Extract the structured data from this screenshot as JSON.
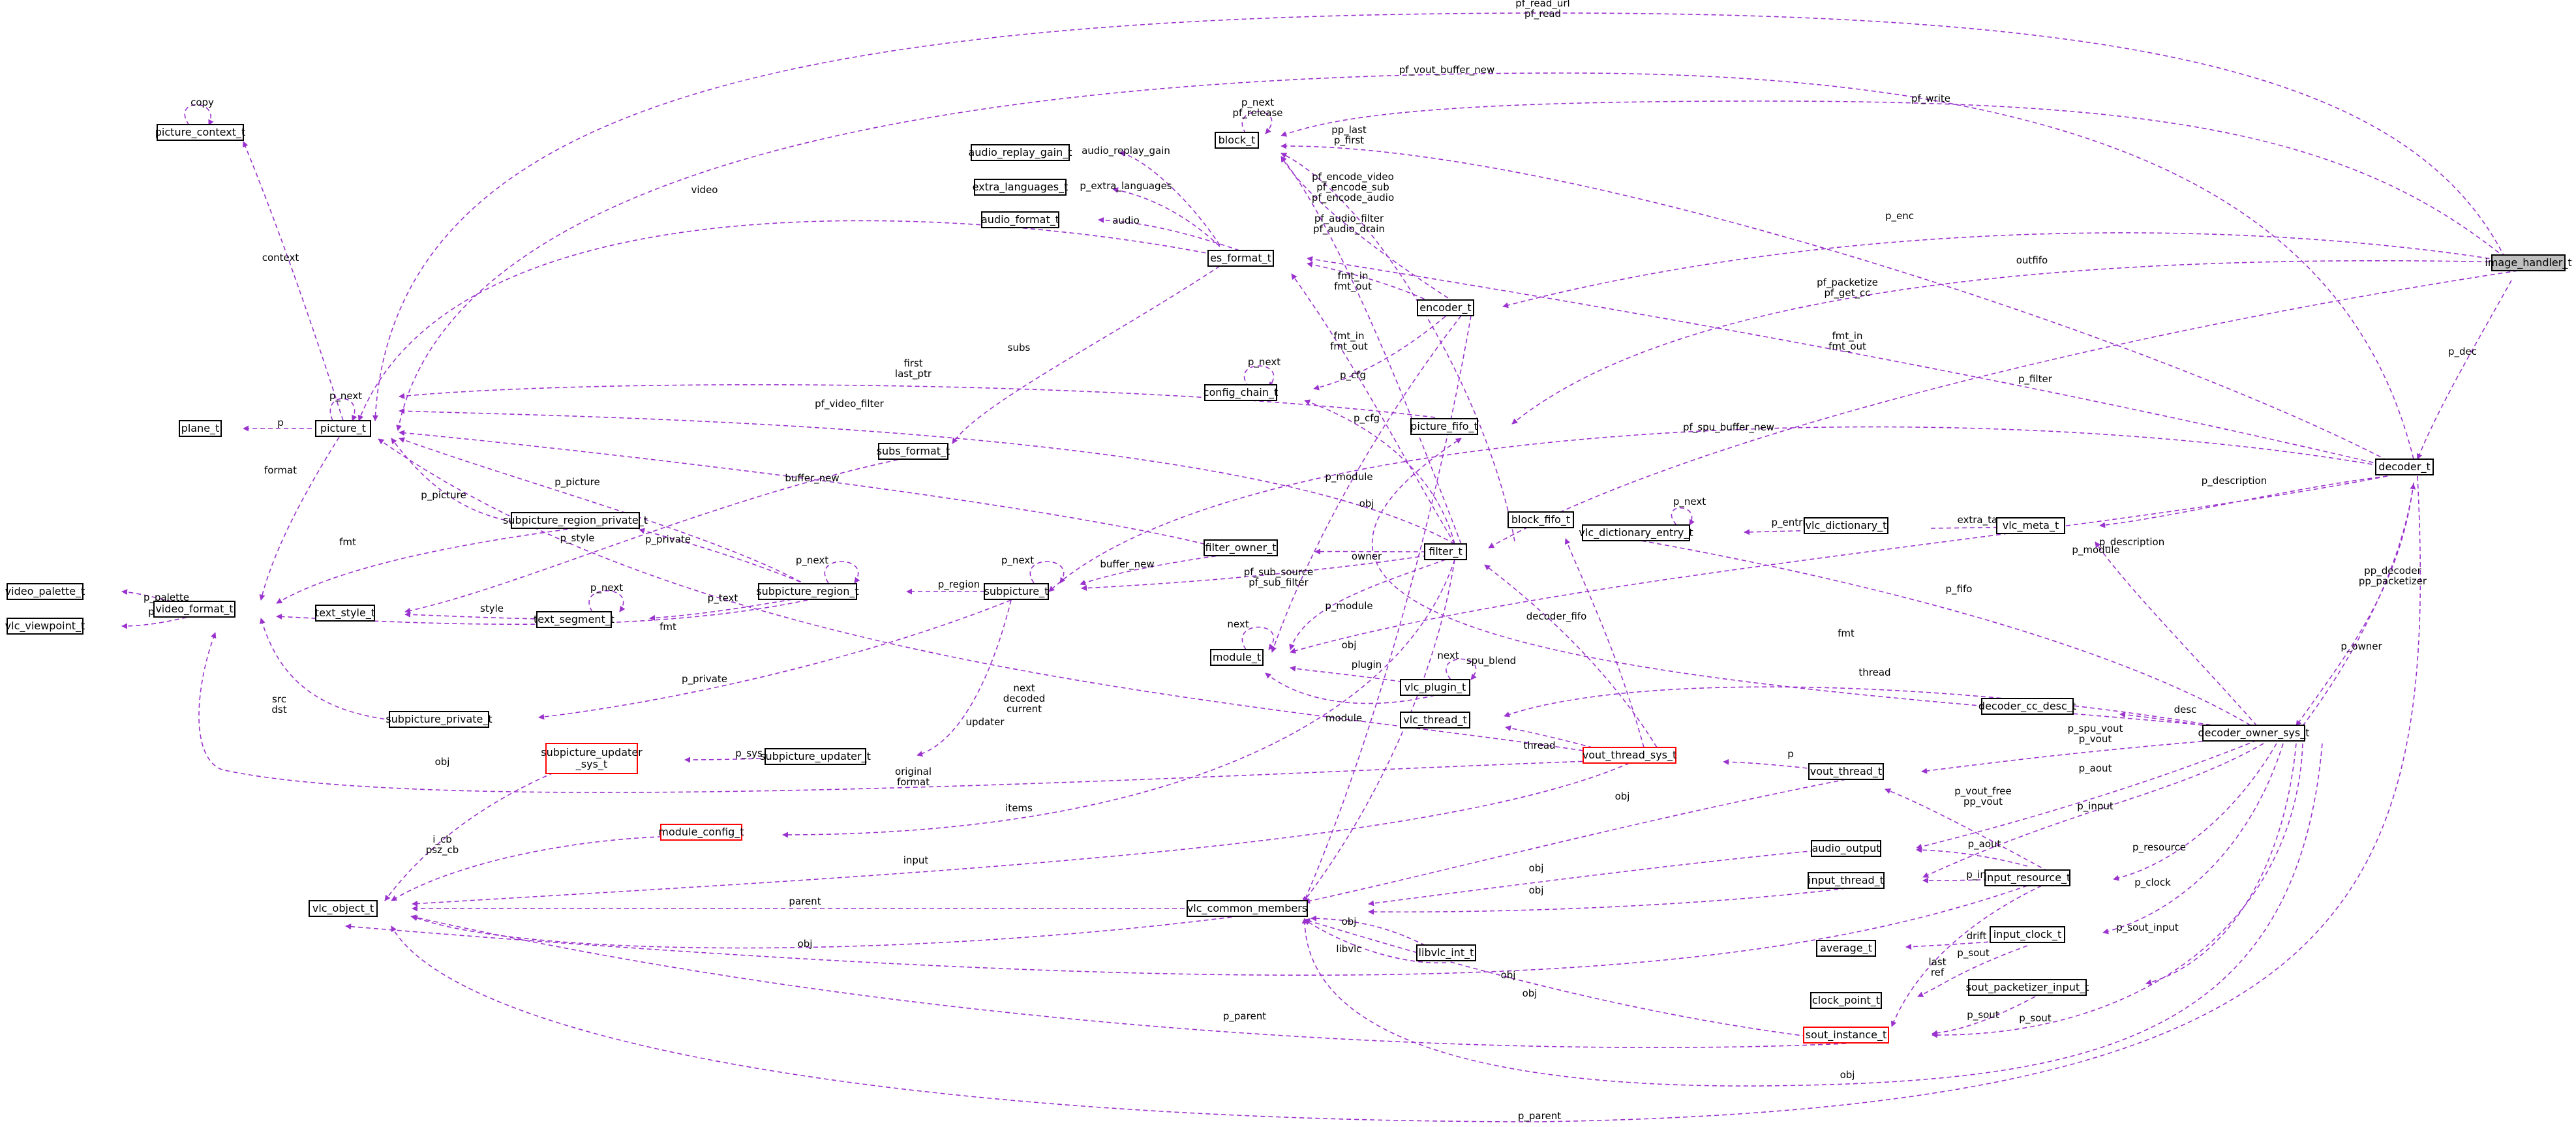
{
  "colors": {
    "edge": "#9a32cd",
    "box_border": "#000000",
    "box_border_incomplete": "#ff0000",
    "focus_fill": "#bfbfbf"
  },
  "nodes": {
    "image_handler_t": "image_handler_t",
    "decoder_t": "decoder_t",
    "decoder_owner_sys_t": "decoder_owner_sys_t",
    "picture_t": "picture_t",
    "picture_context_t": "picture_context_t",
    "plane_t": "plane_t",
    "video_format_t": "video_format_t",
    "video_palette_t": "video_palette_t",
    "vlc_viewpoint_t": "vlc_viewpoint_t",
    "text_style_t": "text_style_t",
    "text_segment_t": "text_segment_t",
    "subpicture_region_private_t": "subpicture_region_private_t",
    "subpicture_region_t": "subpicture_region_t",
    "subpicture_private_t": "subpicture_private_t",
    "subpicture_updater_sys_t": "subpicture_updater\n_sys_t",
    "subpicture_updater_t": "subpicture_updater_t",
    "subpicture_t": "subpicture_t",
    "subs_format_t": "subs_format_t",
    "module_config_t": "module_config_t",
    "vlc_object_t": "vlc_object_t",
    "vlc_common_members": "vlc_common_members",
    "libvlc_int_t": "libvlc_int_t",
    "audio_replay_gain_t": "audio_replay_gain_t",
    "extra_languages_t": "extra_languages_t",
    "audio_format_t": "audio_format_t",
    "es_format_t": "es_format_t",
    "block_t": "block_t",
    "encoder_t": "encoder_t",
    "config_chain_t": "config_chain_t",
    "picture_fifo_t": "picture_fifo_t",
    "filter_owner_t": "filter_owner_t",
    "filter_t": "filter_t",
    "module_t": "module_t",
    "vlc_plugin_t": "vlc_plugin_t",
    "vlc_thread_t": "vlc_thread_t",
    "vout_thread_sys_t": "vout_thread_sys_t",
    "block_fifo_t": "block_fifo_t",
    "vlc_dictionary_entry_t": "vlc_dictionary_entry_t",
    "vlc_dictionary_t": "vlc_dictionary_t",
    "vlc_meta_t": "vlc_meta_t",
    "decoder_cc_desc_t": "decoder_cc_desc_t",
    "vout_thread_t": "vout_thread_t",
    "audio_output": "audio_output",
    "input_thread_t": "input_thread_t",
    "input_resource_t": "input_resource_t",
    "average_t": "average_t",
    "input_clock_t": "input_clock_t",
    "clock_point_t": "clock_point_t",
    "sout_packetizer_input_t": "sout_packetizer_input_t",
    "sout_instance_t": "sout_instance_t"
  },
  "edge_labels": {
    "pf_convert": "pf_convert\npf_read_url\npf_read",
    "pf_vout_buffer_new": "pf_vout_buffer_new",
    "pf_write": "pf_write",
    "p_enc": "p_enc",
    "outfifo": "outfifo",
    "pf_packetize": "pf_packetize\npf_get_cc",
    "p_filter": "p_filter",
    "p_dec": "p_dec",
    "p_description_meta": "p_description",
    "extra_tags": "extra_tags",
    "p_entries": "p_entries",
    "p_next_dict": "p_next",
    "pp_decoder": "pp_decoder\npp_packetizer",
    "p_owner": "p_owner",
    "p_description_owner": "p_description",
    "p_fifo": "p_fifo",
    "p_module_dec": "p_module",
    "fmt_owner": "fmt",
    "thread_owner": "thread",
    "desc": "desc",
    "p_spu_vout": "p_spu_vout\np_vout",
    "p_aout_owner": "p_aout",
    "p_input_owner": "p_input",
    "p_resource": "p_resource",
    "p_clock": "p_clock",
    "p_sout_input": "p_sout_input",
    "p_sout_owner": "p_sout",
    "obj_owner": "obj",
    "p_parent_bottom": "p_parent",
    "p_vout_free": "p_vout_free\npp_vout",
    "p_aout_res": "p_aout",
    "p_input_res": "p_input",
    "p_sout_res": "p_sout",
    "drift": "drift",
    "last_ref": "last\nref",
    "p_sout_pi": "p_sout",
    "obj_sout": "obj",
    "p_parent_sout": "p_parent",
    "obj_res": "obj",
    "obj_aout": "obj",
    "obj_vout": "obj",
    "fmt_in_out_dec": "fmt_in\nfmt_out",
    "pf_spu_buffer_new": "pf_spu_buffer_new",
    "p_next_block": "p_next\npf_release",
    "pp_last": "pp_last\np_first",
    "pf_encode": "pf_encode_video\npf_encode_sub\npf_encode_audio",
    "pf_audio_filter": "pf_audio_filter\npf_audio_drain",
    "fmt_in_out_enc": "fmt_in\nfmt_out",
    "fmt_in_out_filter": "fmt_in\nfmt_out",
    "p_cfg_enc": "p_cfg",
    "p_cfg_filter": "p_cfg",
    "p_next_cfg": "p_next",
    "p_module_enc": "p_module",
    "obj_enc": "obj",
    "audio_replay_gain": "audio_replay_gain",
    "p_extra_languages": "p_extra_languages",
    "audio": "audio",
    "video": "video",
    "subs": "subs",
    "first_last_ptr": "first\nlast_ptr",
    "pf_video_filter": "pf_video_filter",
    "buffer_new_pic": "buffer_new",
    "buffer_new_sub": "buffer_new",
    "owner": "owner",
    "pf_sub_source": "pf_sub_source\npf_sub_filter",
    "p_module_filter": "p_module",
    "obj_filter": "obj",
    "decoder_fifo": "decoder_fifo",
    "spu_blend": "spu_blend",
    "plugin": "plugin",
    "next_plugin": "next",
    "next_module": "next",
    "module": "module",
    "thread": "thread",
    "p_vout_sys": "p",
    "obj_vout_sys": "obj",
    "original_format": "original\nformat",
    "next_decoded_current": "next\ndecoded\ncurrent",
    "items": "items",
    "input_edge": "input",
    "parent": "parent",
    "obj_common": "obj",
    "obj_libvlc": "obj",
    "libvlc": "libvlc",
    "i_cb": "i_cb\npsz_cb",
    "obj_updater": "obj",
    "p_sys": "p_sys",
    "updater": "updater",
    "p_private_sub": "p_private",
    "src_dst": "src\ndst",
    "p_region": "p_region",
    "p_next_sub": "p_next",
    "p_next_region": "p_next",
    "p_picture_region": "p_picture",
    "p_picture_private": "p_picture",
    "p_private_region": "p_private",
    "p_text": "p_text",
    "p_next_seg": "p_next",
    "style_seg": "style",
    "p_style": "p_style",
    "fmt_region": "fmt",
    "fmt_private": "fmt",
    "p_palette": "p_palette",
    "pose": "pose",
    "format": "format",
    "p_plane": "p",
    "p_next_pic": "p_next",
    "context": "context",
    "copy": "copy"
  }
}
